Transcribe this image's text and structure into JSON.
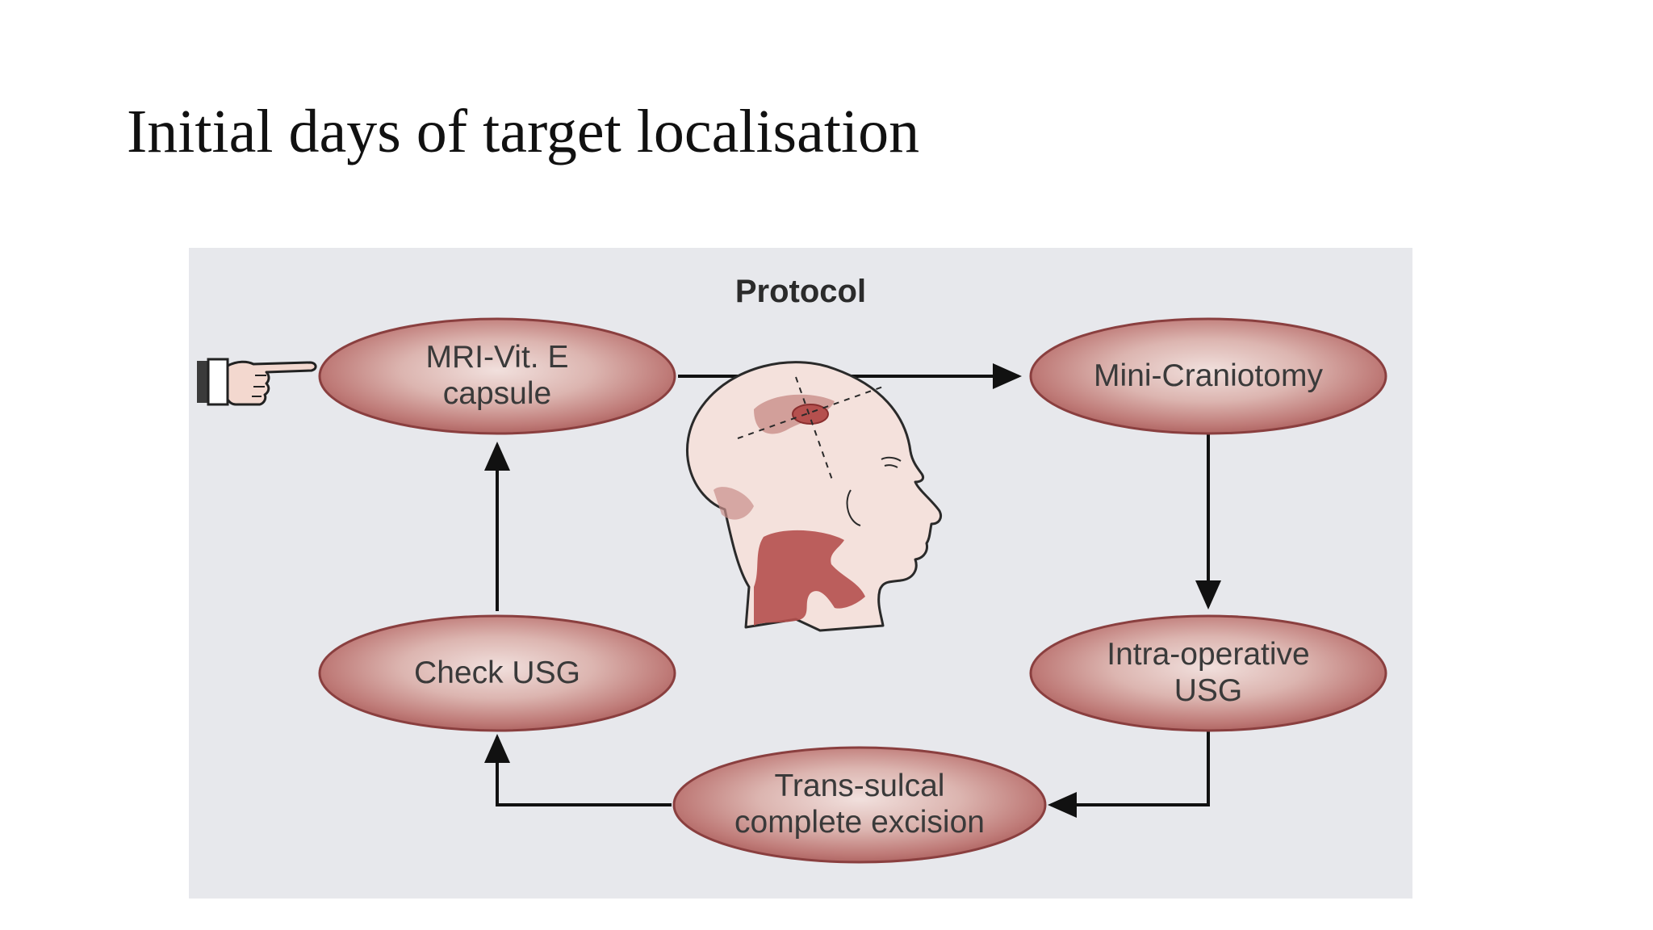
{
  "slide": {
    "title": "Initial days of target localisation"
  },
  "diagram": {
    "title": "Protocol",
    "nodes": [
      {
        "id": "mri",
        "label": "MRI-Vit. E\ncapsule"
      },
      {
        "id": "crani",
        "label": "Mini-Craniotomy"
      },
      {
        "id": "iousg",
        "label": "Intra-operative\nUSG"
      },
      {
        "id": "excision",
        "label": "Trans-sulcal\ncomplete excision"
      },
      {
        "id": "check",
        "label": "Check USG"
      }
    ],
    "edges": [
      {
        "from": "mri",
        "to": "crani"
      },
      {
        "from": "crani",
        "to": "iousg"
      },
      {
        "from": "iousg",
        "to": "excision"
      },
      {
        "from": "excision",
        "to": "check"
      },
      {
        "from": "check",
        "to": "mri"
      }
    ],
    "icons": [
      "pointing-hand-icon",
      "head-profile-icon"
    ],
    "colors": {
      "node_fill": "#b86e6e",
      "node_highlight": "#eed9d6",
      "node_border": "#8a3f3f",
      "background": "#e7e8ec",
      "arrow": "#111111"
    }
  }
}
